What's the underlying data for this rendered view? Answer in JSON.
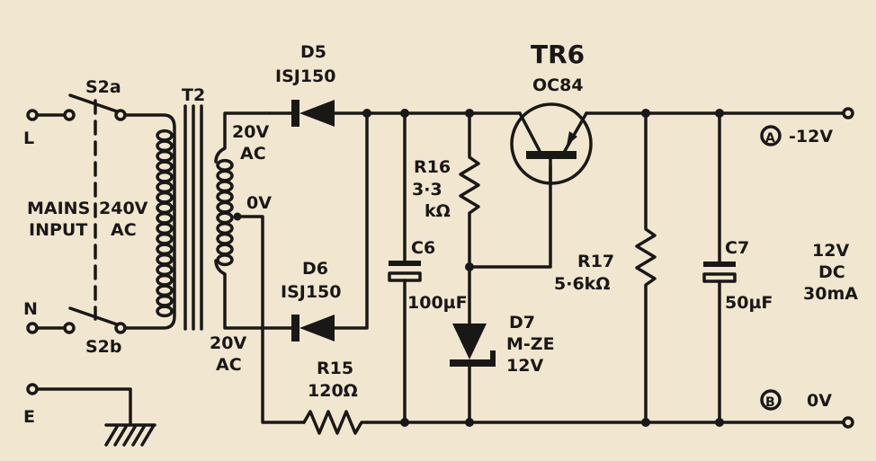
{
  "terminals": {
    "live": "L",
    "neutral": "N",
    "earth": "E",
    "out_a": "A",
    "out_b": "B"
  },
  "labels": {
    "s2a": "S2a",
    "s2b": "S2b",
    "t2": "T2",
    "mains_line1": "MAINS",
    "mains_line2": "INPUT",
    "primary_v": "240V",
    "primary_ac": "AC",
    "sec_top_v": "20V",
    "sec_top_ac": "AC",
    "centre_tap": "0V",
    "sec_bot_v": "20V",
    "sec_bot_ac": "AC",
    "d5": "D5",
    "d5_type": "ISJ150",
    "d6": "D6",
    "d6_type": "ISJ150",
    "r15": "R15",
    "r15_val": "120Ω",
    "c6": "C6",
    "c6_val": "100µF",
    "r16": "R16",
    "r16_val1": "3·3",
    "r16_val2": "kΩ",
    "d7": "D7",
    "d7_type": "M-ZE",
    "d7_v": "12V",
    "tr6": "TR6",
    "tr6_type": "OC84",
    "r17": "R17",
    "r17_val": "5·6kΩ",
    "c7": "C7",
    "c7_val": "50µF",
    "out_a_v": "-12V",
    "out_b_v": "0V",
    "out_spec1": "12V",
    "out_spec2": "DC",
    "out_spec3": "30mA"
  }
}
